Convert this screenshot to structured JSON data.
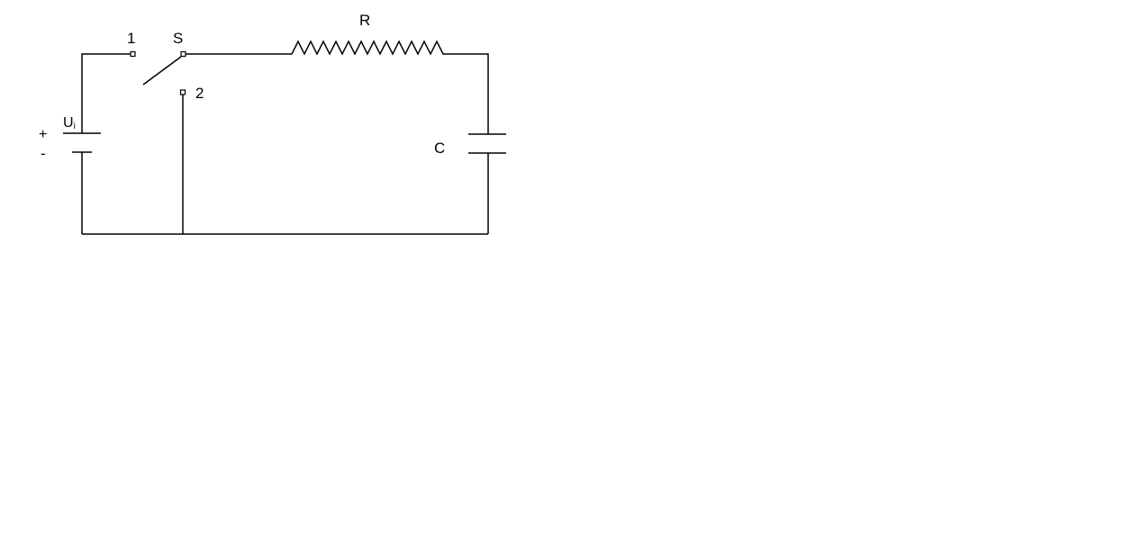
{
  "colors": {
    "background": "#ffffff",
    "line": "#000000"
  },
  "labels": {
    "switch": "S",
    "position_1": "1",
    "position_2": "2",
    "resistor": "R",
    "capacitor": "C",
    "source_main": "U",
    "source_sub": "i",
    "plus": "+",
    "minus": "-"
  }
}
